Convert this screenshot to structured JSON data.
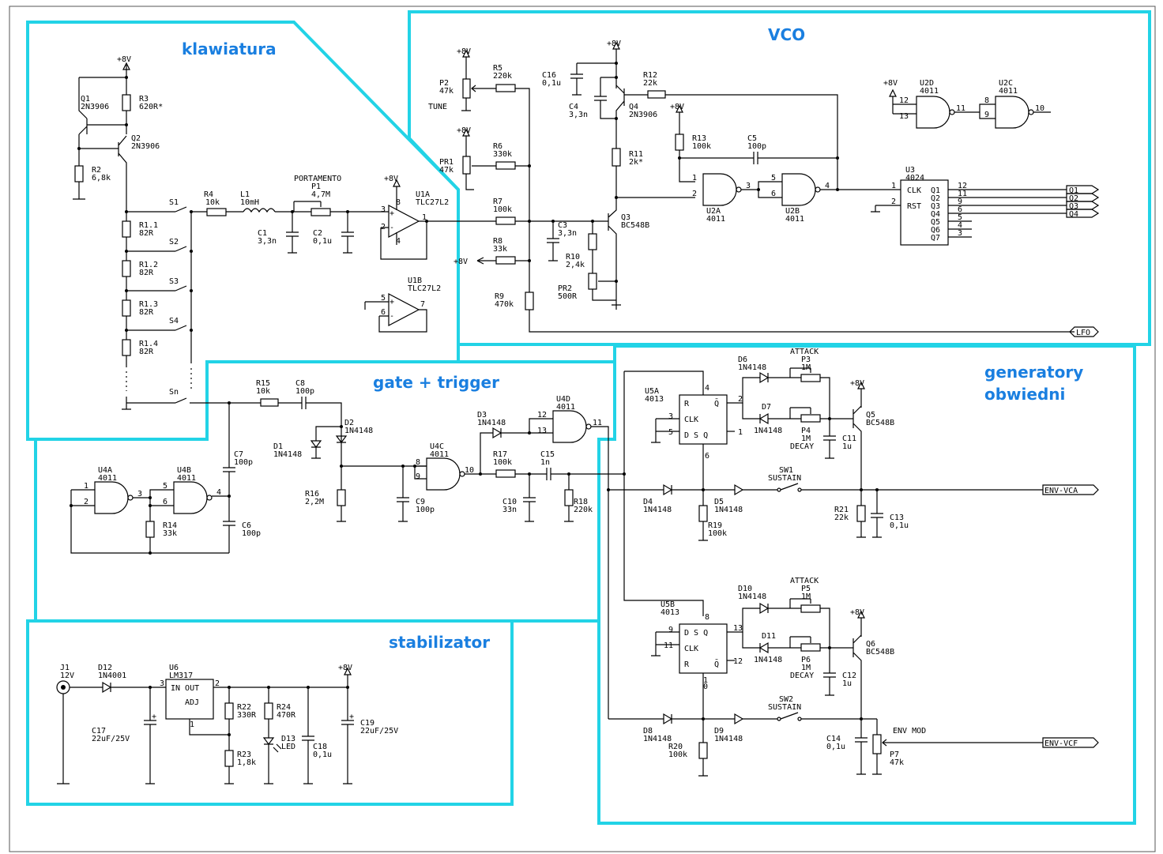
{
  "colors": {
    "border": "#22d3e6",
    "block_label": "#1a7fe0",
    "wire": "#000000"
  },
  "blocks": {
    "klawiatura": "klawiatura",
    "vco": "VCO",
    "gate": "gate + trigger",
    "envelope_1": "generatory",
    "envelope_2": "obwiedni",
    "stabilizer": "stabilizator"
  },
  "ports": {
    "lfo": "LFO",
    "env_vca": "ENV-VCA",
    "env_vcf": "ENV-VCF",
    "q1": "Q1",
    "q2": "Q2",
    "q3": "Q3",
    "q4": "Q4"
  },
  "labels": {
    "v8": "+8V",
    "q1": "Q1",
    "q1v": "2N3906",
    "q2": "Q2",
    "q2v": "2N3906",
    "r3": "R3",
    "r3v": "620R*",
    "r2": "R2",
    "r2v": "6,8k",
    "r11k": "R1.1",
    "r12k": "R1.2",
    "r13k": "R1.3",
    "r14k": "R1.4",
    "r1v": "82R",
    "s1": "S1",
    "s2": "S2",
    "s3": "S3",
    "s4": "S4",
    "sn": "Sn",
    "r4": "R4",
    "r4v": "10k",
    "l1": "L1",
    "l1v": "10mH",
    "portamento": "PORTAMENTO",
    "p1": "P1",
    "p1v": "4,7M",
    "c1": "C1",
    "c1v": "3,3n",
    "c2": "C2",
    "c2v": "0,1u",
    "u1a": "U1A",
    "u1av": "TLC27L2",
    "u1b": "U1B",
    "u1bv": "TLC27L2",
    "p2": "P2",
    "p2v": "47k",
    "tune": "TUNE",
    "pr1": "PR1",
    "pr1v": "47k",
    "r5": "R5",
    "r5v": "220k",
    "r6": "R6",
    "r6v": "330k",
    "r7": "R7",
    "r7v": "100k",
    "r8": "R8",
    "r8v": "33k",
    "r9": "R9",
    "r9v": "470k",
    "c3": "C3",
    "c3v": "3,3n",
    "r10": "R10",
    "r10v": "2,4k",
    "pr2": "PR2",
    "pr2v": "500R",
    "q3": "Q3",
    "q3v": "BC548B",
    "c16": "C16",
    "c16v": "0,1u",
    "c4": "C4",
    "c4v": "3,3n",
    "q4": "Q4",
    "q4v": "2N3906",
    "r12": "R12",
    "r12v": "22k",
    "r11": "R11",
    "r11v": "2k*",
    "r13": "R13",
    "r13v": "100k",
    "c5": "C5",
    "c5v": "100p",
    "u2a": "U2A",
    "u2b": "U2B",
    "u2c": "U2C",
    "u2d": "U2D",
    "u4011": "4011",
    "u3": "U3",
    "u3v": "4024",
    "clk": "CLK",
    "rst": "RST",
    "r15": "R15",
    "r15v": "10k",
    "c8": "C8",
    "c8v": "100p",
    "d1": "D1",
    "d2": "D2",
    "d3": "D3",
    "d1n": "1N4148",
    "r16": "R16",
    "r16v": "2,2M",
    "c7": "C7",
    "c7v": "100p",
    "c6": "C6",
    "c6v": "100p",
    "r14": "R14",
    "r14v": "33k",
    "u4a": "U4A",
    "u4b": "U4B",
    "u4c": "U4C",
    "u4d": "U4D",
    "c9": "C9",
    "c9v": "100p",
    "r17": "R17",
    "r17v": "100k",
    "c15": "C15",
    "c15v": "1n",
    "c10": "C10",
    "c10v": "33n",
    "r18": "R18",
    "r18v": "220k",
    "u5a": "U5A",
    "u5b": "U5B",
    "u5v": "4013",
    "d6": "D6",
    "d7": "D7",
    "d4": "D4",
    "d5": "D5",
    "d8": "D8",
    "d9": "D9",
    "d10": "D10",
    "d11": "D11",
    "attack": "ATTACK",
    "decay": "DECAY",
    "sustain": "SUSTAIN",
    "p3": "P3",
    "p4": "P4",
    "p5": "P5",
    "p6": "P6",
    "pmv": "1M",
    "q5": "Q5",
    "q6": "Q6",
    "bc548b": "BC548B",
    "c11": "C11",
    "c12": "C12",
    "c1u": "1u",
    "sw1": "SW1",
    "sw2": "SW2",
    "r19": "R19",
    "r20": "R20",
    "r100k": "100k",
    "r21": "R21",
    "r21v": "22k",
    "c13": "C13",
    "c13v": "0,1u",
    "c14": "C14",
    "c14v": "0,1u",
    "envmod": "ENV MOD",
    "p7": "P7",
    "p7v": "47k",
    "j1": "J1",
    "j1v": "12V",
    "d12": "D12",
    "d12v": "1N4001",
    "u6": "U6",
    "u6v": "LM317",
    "inout": "IN  OUT",
    "adj": "ADJ",
    "r22": "R22",
    "r22v": "330R",
    "r24": "R24",
    "r24v": "470R",
    "r23": "R23",
    "r23v": "1,8k",
    "d13": "D13",
    "led": "LED",
    "c17": "C17",
    "c17v": "22uF/25V",
    "c18": "C18",
    "c18v": "0,1u",
    "c19": "C19",
    "c19v": "22uF/25V"
  }
}
